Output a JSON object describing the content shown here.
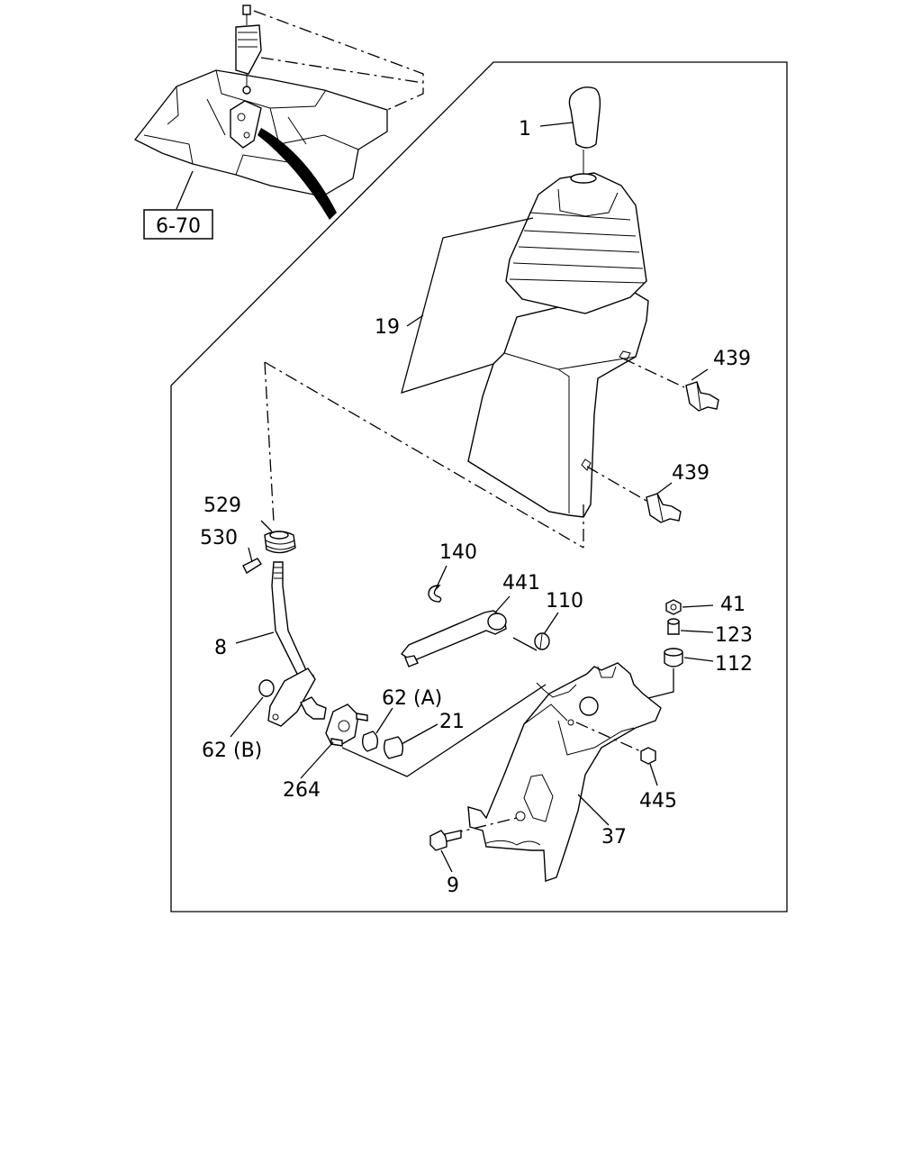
{
  "reference_box": "6-70",
  "callouts": {
    "c1": "1",
    "c19": "19",
    "c439a": "439",
    "c439b": "439",
    "c529": "529",
    "c530": "530",
    "c140": "140",
    "c441": "441",
    "c110": "110",
    "c41": "41",
    "c123": "123",
    "c112": "112",
    "c8": "8",
    "c62a": "62 (A)",
    "c21": "21",
    "c62b": "62 (B)",
    "c264": "264",
    "c445": "445",
    "c37": "37",
    "c9": "9"
  }
}
